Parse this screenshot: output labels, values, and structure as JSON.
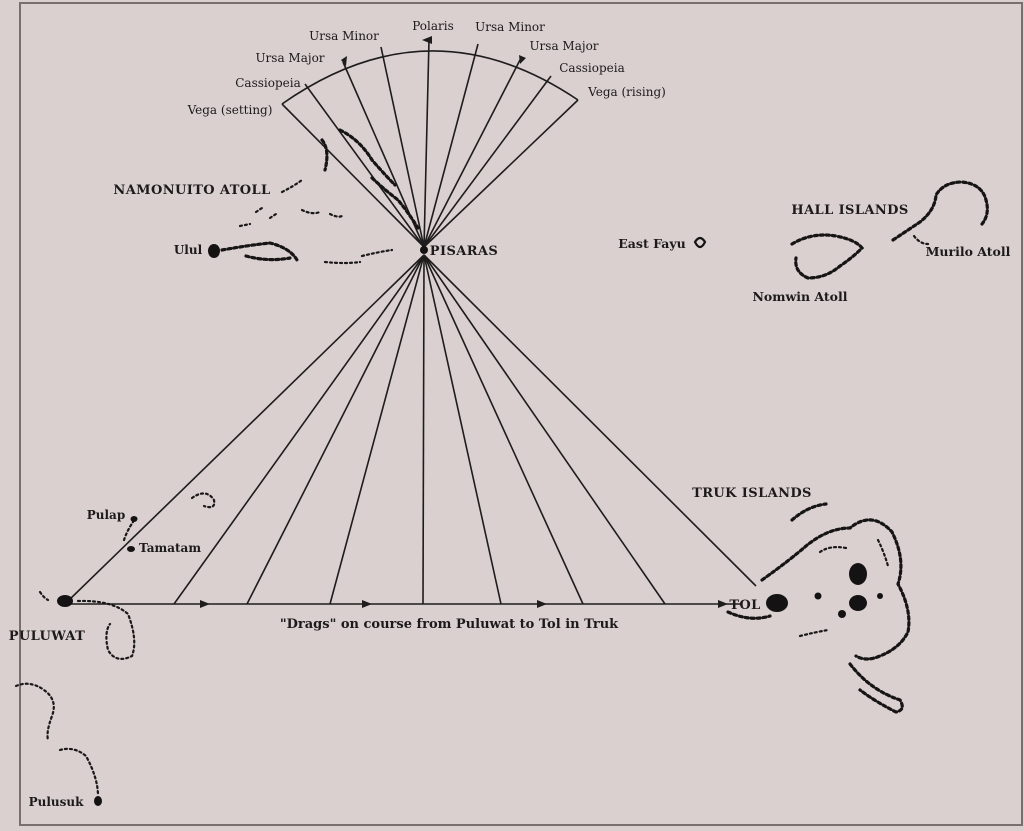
{
  "stars": {
    "polaris": "Polaris",
    "ursa_minor_left": "Ursa Minor",
    "ursa_minor_right": "Ursa Minor",
    "ursa_major_left": "Ursa Major",
    "ursa_major_right": "Ursa Major",
    "cassiopeia_left": "Cassiopeia",
    "cassiopeia_right": "Cassiopeia",
    "vega_setting": "Vega (setting)",
    "vega_rising": "Vega (rising)"
  },
  "places": {
    "namonuito": "NAMONUITO ATOLL",
    "ulul": "Ulul",
    "pisaras": "PISARAS",
    "east_fayu": "East Fayu",
    "hall_islands": "HALL ISLANDS",
    "murilo": "Murilo Atoll",
    "nomwin": "Nomwin Atoll",
    "truk_islands": "TRUK ISLANDS",
    "tol": "TOL",
    "pulap": "Pulap",
    "tamatam": "Tamatam",
    "puluwat": "PULUWAT",
    "pulusuk": "Pulusuk"
  },
  "caption": "\"Drags\" on course from Puluwat to Tol in Truk",
  "colors": {
    "paper": "#d9d0cf",
    "ink": "#1c1a1a",
    "border": "#7a6f6c"
  }
}
